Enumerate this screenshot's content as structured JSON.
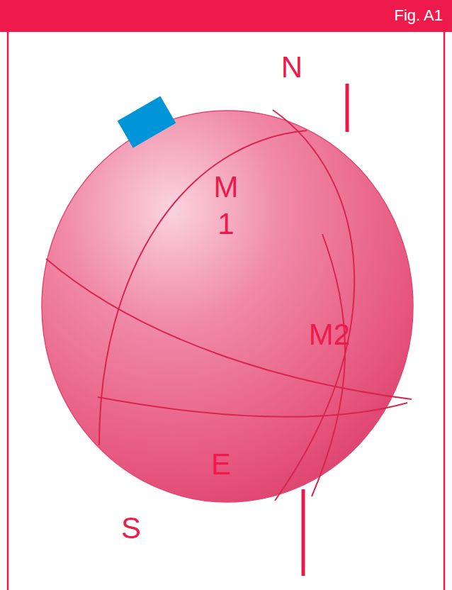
{
  "diagram": {
    "title": "Fig. A1",
    "labels": [
      "N",
      "M 1",
      "M2",
      "E",
      "S"
    ]
  }
}
